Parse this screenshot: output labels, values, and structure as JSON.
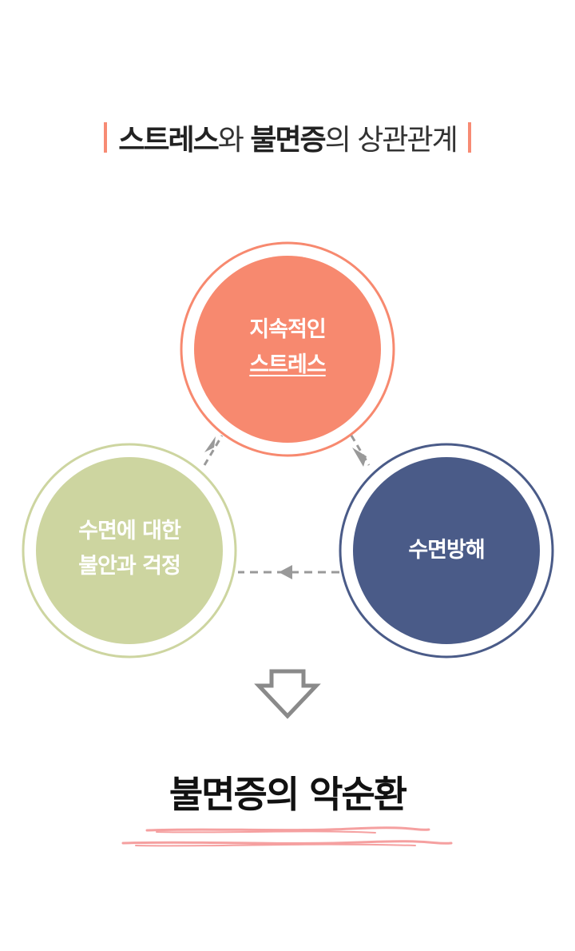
{
  "title": {
    "part1": "스트레스",
    "part2": "와 ",
    "part3": "불면증",
    "part4": "의 상관관계"
  },
  "nodes": {
    "stress": {
      "line1": "지속적인",
      "line2": "스트레스",
      "color": "#f7896f",
      "ring": "#f7896f"
    },
    "disturb": {
      "line1": "수면방해",
      "color": "#4a5b88",
      "ring": "#4a5b88"
    },
    "anxiety": {
      "line1": "수면에 대한",
      "line2": "불안과 걱정",
      "color": "#cdd5a0",
      "ring": "#cdd5a0"
    }
  },
  "result": {
    "text": "불면증의 악순환"
  },
  "colors": {
    "arrow": "#999999",
    "accent": "#f78b74",
    "scribble": "#f5a0a0"
  }
}
